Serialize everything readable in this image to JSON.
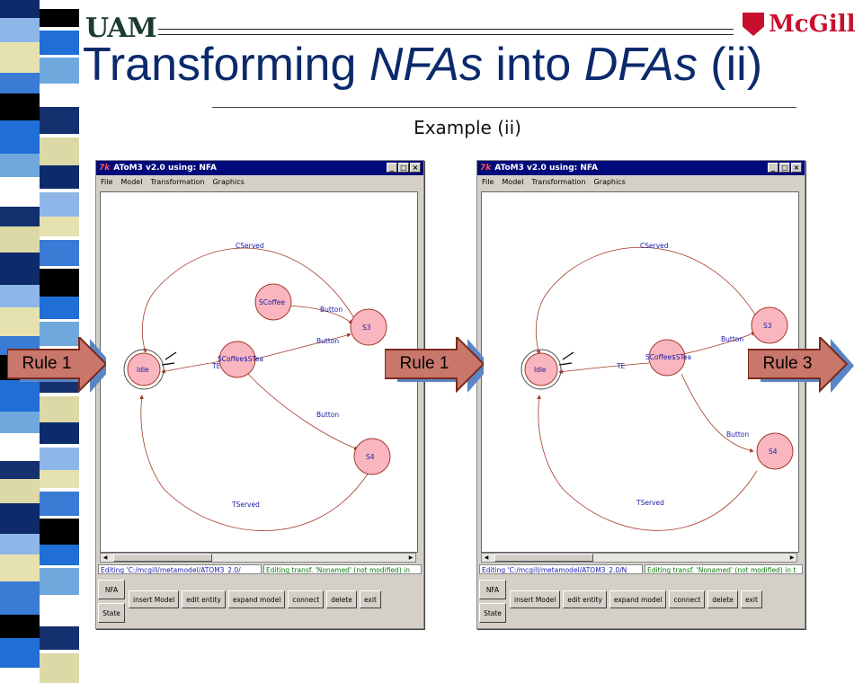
{
  "header": {
    "logo_left": "UAM",
    "logo_right": "McGill",
    "title_part1": "Transforming ",
    "title_italic1": "NFAs",
    "title_part2": " into ",
    "title_italic2": "DFAs",
    "title_part3": " (ii)",
    "subtitle": "Example (ii)"
  },
  "colors": {
    "title": "#0b2a6c",
    "arrow_fill": "#c9776a",
    "arrow_shadow": "#5a86c6",
    "arrow_border": "#7a2a1a",
    "node_fill": "#f9b6bf",
    "edge": "#a33a2a"
  },
  "windows": [
    {
      "title": "AToM3 v2.0 using: NFA",
      "tk_label": "7k",
      "menu": [
        "File",
        "Model",
        "Transformation",
        "Graphics"
      ],
      "nodes": [
        "Idle",
        "SCoffee",
        "SCoffee$STea",
        "S3",
        "S4"
      ],
      "edges": [
        "CServed",
        "Button",
        "Button",
        "TE",
        "Button",
        "TServed"
      ],
      "status_left": "Editing 'C:/mcgill/metamodel/ATOM3_2.0/",
      "status_right": "Editing transf. 'Nonamed' (not modified) in",
      "side_buttons": [
        "NFA",
        "State"
      ],
      "tools": [
        "insert Model",
        "edit entity",
        "expand model",
        "connect",
        "delete",
        "exit"
      ]
    },
    {
      "title": "AToM3 v2.0 using: NFA",
      "tk_label": "7k",
      "menu": [
        "File",
        "Model",
        "Transformation",
        "Graphics"
      ],
      "nodes": [
        "Idle",
        "SCoffee$STea",
        "S3",
        "S4"
      ],
      "edges": [
        "CServed",
        "TE",
        "Button",
        "Button",
        "TServed"
      ],
      "status_left": "Editing 'C:/mcgill/metamodel/ATOM3_2.0/N",
      "status_right": "Editing transf. 'Nonamed' (not modified) in t",
      "side_buttons": [
        "NFA",
        "State"
      ],
      "tools": [
        "insert Model",
        "edit entity",
        "expand model",
        "connect",
        "delete",
        "exit"
      ]
    }
  ],
  "arrows": [
    "Rule 1",
    "Rule 1",
    "Rule 3"
  ],
  "window_buttons": [
    "_",
    "□",
    "×"
  ]
}
